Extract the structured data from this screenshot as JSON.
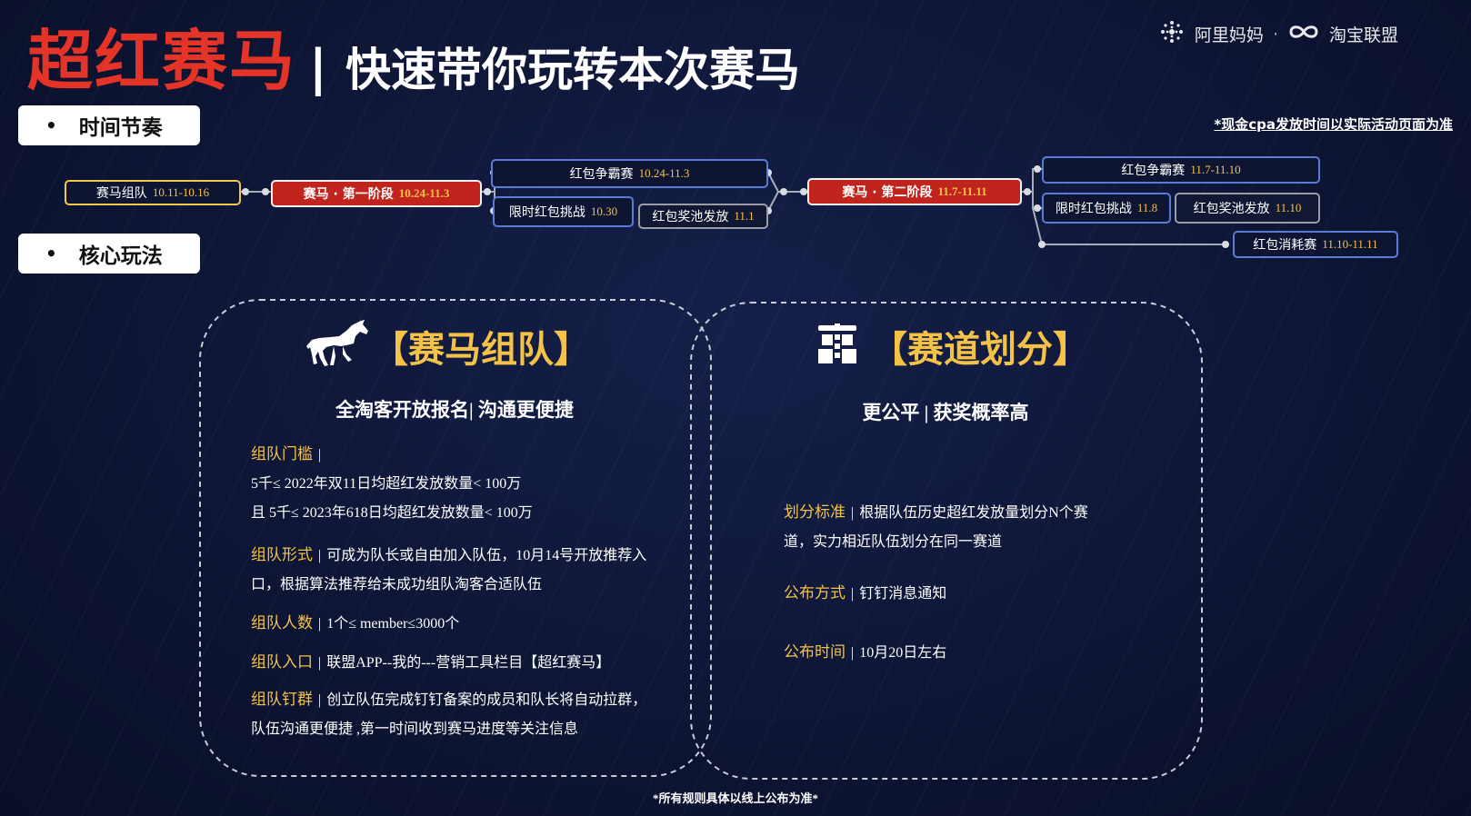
{
  "header": {
    "title_red": "超红赛马",
    "separator": "|",
    "title_white": "快速带你玩转本次赛马",
    "logo_left": "阿里妈妈",
    "logo_dot": "·",
    "logo_right": "淘宝联盟",
    "note": "*现金cpa发放时间以实际活动页面为准"
  },
  "sections": {
    "bullet": "•",
    "timeline_label": "时间节奏",
    "core_label": "核心玩法"
  },
  "timeline": {
    "team": {
      "label": "赛马组队",
      "date": "10.11-10.16"
    },
    "stage1": {
      "label": "赛马 · 第一阶段",
      "date": "10.24-11.3"
    },
    "s1_battle": {
      "label": "红包争霸赛",
      "date": "10.24-11.3"
    },
    "s1_challenge": {
      "label": "限时红包挑战",
      "date": "10.30"
    },
    "s1_pool": {
      "label": "红包奖池发放",
      "date": "11.1"
    },
    "stage2": {
      "label": "赛马 · 第二阶段",
      "date": "11.7-11.11"
    },
    "s2_battle": {
      "label": "红包争霸赛",
      "date": "11.7-11.10"
    },
    "s2_challenge": {
      "label": "限时红包挑战",
      "date": "11.8"
    },
    "s2_pool": {
      "label": "红包奖池发放",
      "date": "11.10"
    },
    "s2_consume": {
      "label": "红包消耗赛",
      "date": "11.10-11.11"
    }
  },
  "card_team": {
    "icon": "horse-icon",
    "title": "【赛马组队】",
    "subtitle": "全淘客开放报名| 沟通更便捷",
    "threshold_key": "组队门槛",
    "threshold_line1": "5千≤ 2022年双11日均超红发放数量< 100万",
    "threshold_line2": "且 5千≤ 2023年618日均超红发放数量< 100万",
    "form_key": "组队形式",
    "form_line1": "可成为队长或自由加入队伍，10月14号开放推荐入",
    "form_line2": "口，根据算法推荐给未成功组队淘客合适队伍",
    "size_key": "组队人数",
    "size_text": "1个≤ member≤3000个",
    "entry_key": "组队入口",
    "entry_text": "联盟APP--我的---营销工具栏目【超红赛马】",
    "group_key": "组队钉群",
    "group_line1": "创立队伍完成钉钉备案的成员和队长将自动拉群，",
    "group_line2": "队伍沟通更便捷 ,第一时间收到赛马进度等关注信息"
  },
  "card_track": {
    "icon": "track-icon",
    "title": "【赛道划分】",
    "subtitle": "更公平 | 获奖概率高",
    "standard_key": "划分标准",
    "standard_line1": "根据队伍历史超红发放量划分N个赛",
    "standard_line2": "道，实力相近队伍划分在同一赛道",
    "publish_key": "公布方式",
    "publish_text": "钉钉消息通知",
    "time_key": "公布时间",
    "time_text": "10月20日左右"
  },
  "footer": "*所有规则具体以线上公布为准*",
  "colors": {
    "accent_red": "#e43428",
    "accent_gold": "#f4c247",
    "node_blue": "#5a7bd6",
    "background": "#0f1733"
  }
}
